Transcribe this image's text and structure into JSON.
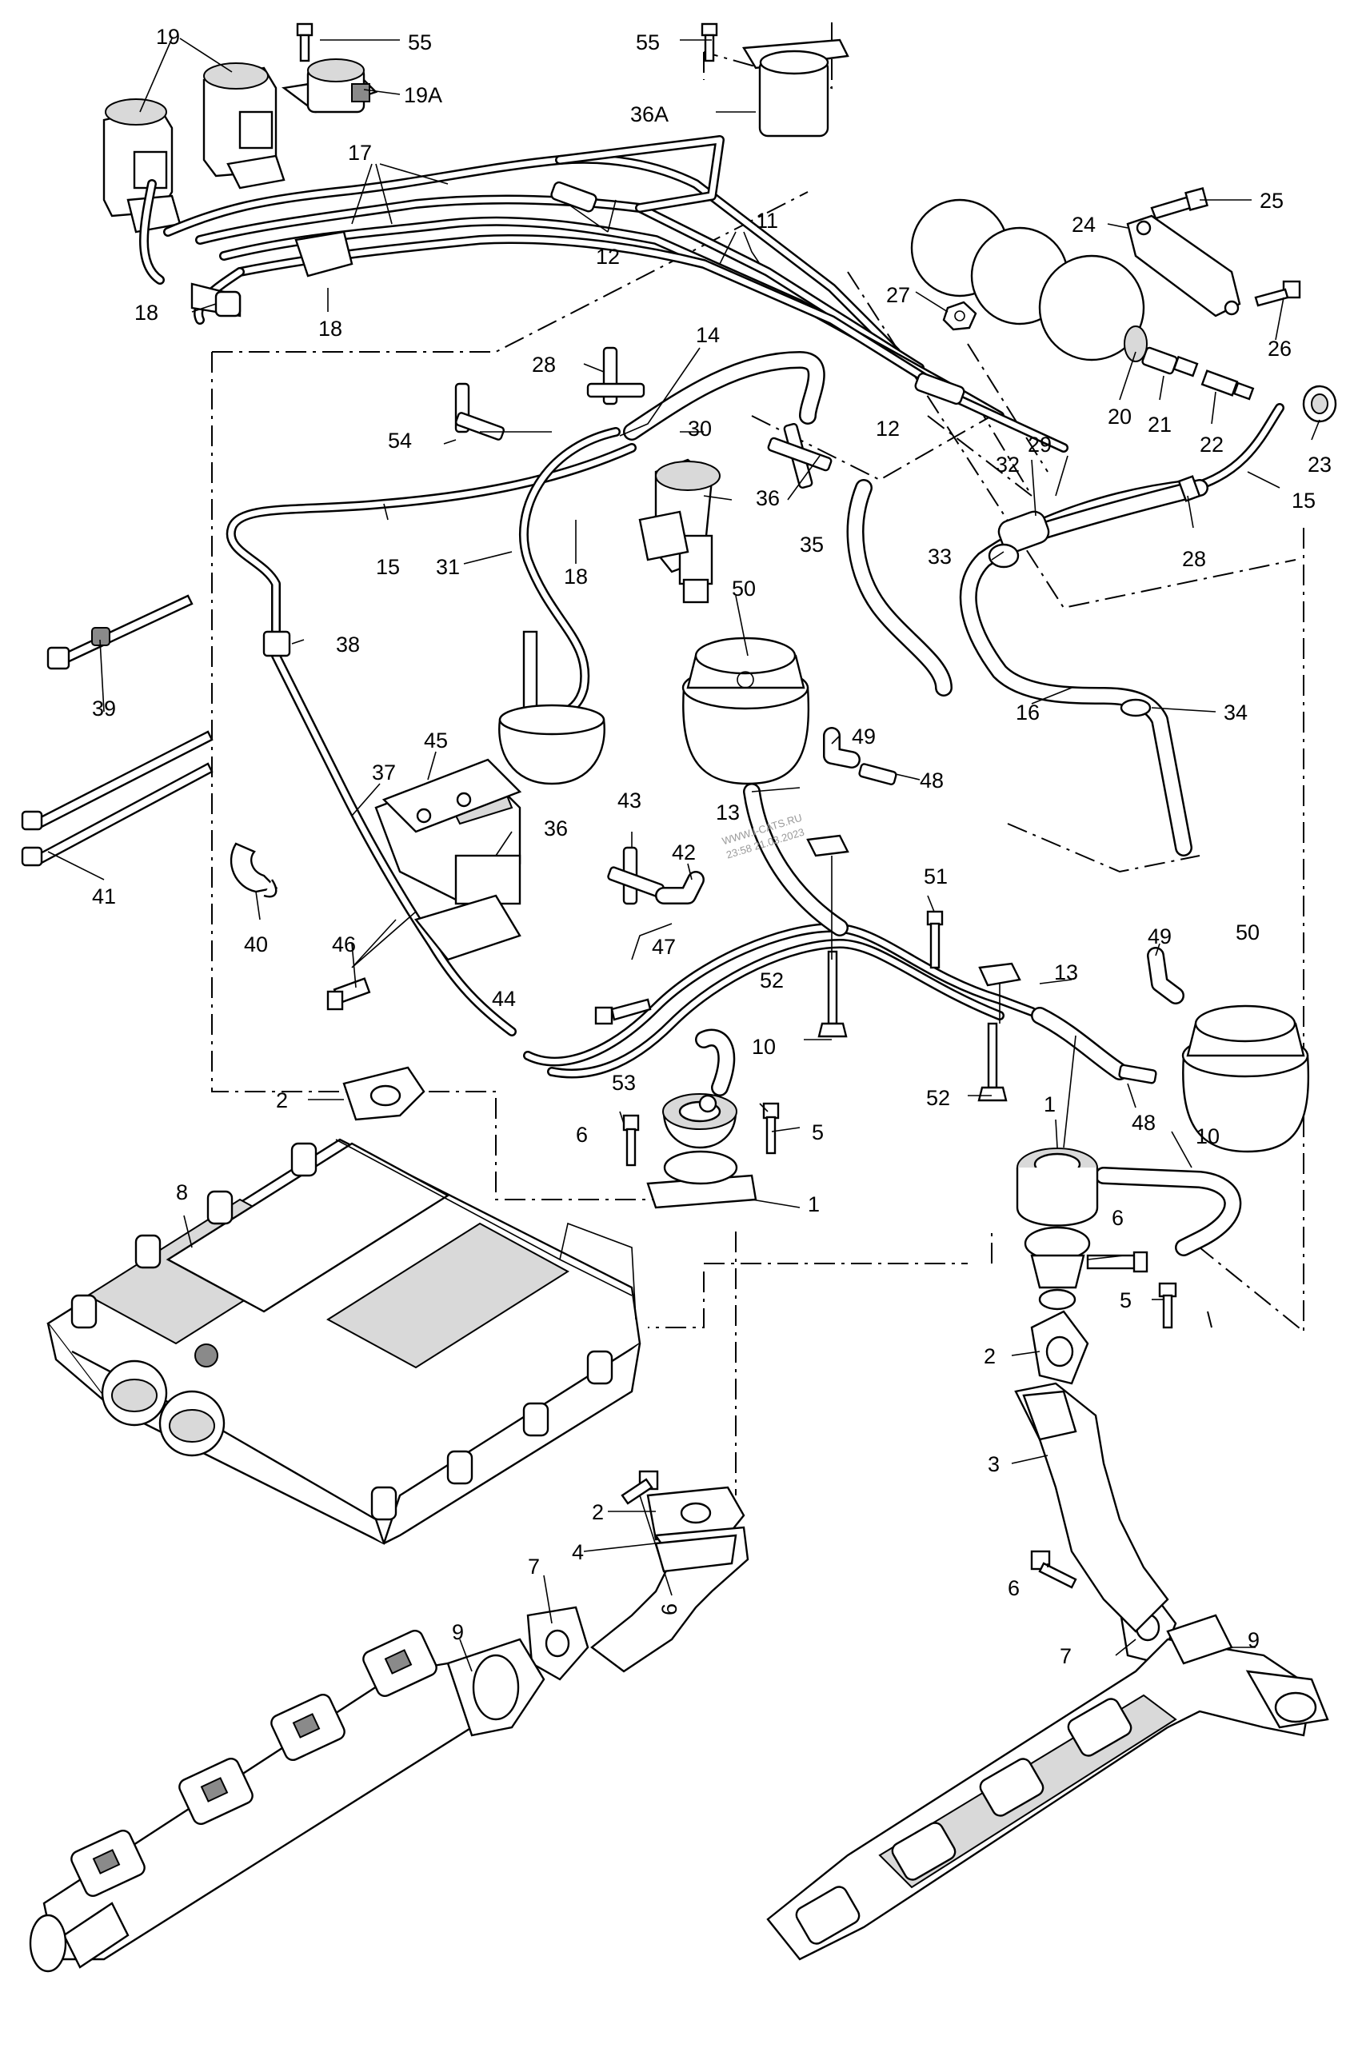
{
  "callouts": {
    "c1a": "1",
    "c1b": "1",
    "c2a": "2",
    "c2b": "2",
    "c2c": "2",
    "c3": "3",
    "c4": "4",
    "c5a": "5",
    "c5b": "5",
    "c6a": "6",
    "c6b": "6",
    "c6c": "6",
    "c6d": "6",
    "c7a": "7",
    "c7b": "7",
    "c8": "8",
    "c9a": "9",
    "c9b": "9",
    "c10a": "10",
    "c10b": "10",
    "c11": "11",
    "c12a": "12",
    "c12b": "12",
    "c13a": "13",
    "c13b": "13",
    "c14": "14",
    "c15a": "15",
    "c15b": "15",
    "c16": "16",
    "c17": "17",
    "c18a": "18",
    "c18b": "18",
    "c18c": "18",
    "c19": "19",
    "c19a": "19A",
    "c20": "20",
    "c21": "21",
    "c22": "22",
    "c23": "23",
    "c24": "24",
    "c25": "25",
    "c26": "26",
    "c27": "27",
    "c28a": "28",
    "c28b": "28",
    "c29": "29",
    "c30": "30",
    "c31": "31",
    "c32": "32",
    "c33": "33",
    "c34": "34",
    "c35": "35",
    "c36a": "36",
    "c36b": "36",
    "c36c": "36A",
    "c37": "37",
    "c38": "38",
    "c39": "39",
    "c40": "40",
    "c41": "41",
    "c42": "42",
    "c43": "43",
    "c44": "44",
    "c45": "45",
    "c46": "46",
    "c47": "47",
    "c48a": "48",
    "c48b": "48",
    "c49a": "49",
    "c49b": "49",
    "c50a": "50",
    "c50b": "50",
    "c51": "51",
    "c52a": "52",
    "c52b": "52",
    "c53": "53",
    "c54": "54",
    "c55a": "55",
    "c55b": "55"
  },
  "watermark": {
    "line1": "WWW.I-CATS.RU",
    "line2": "23:58 21.03.2023"
  }
}
